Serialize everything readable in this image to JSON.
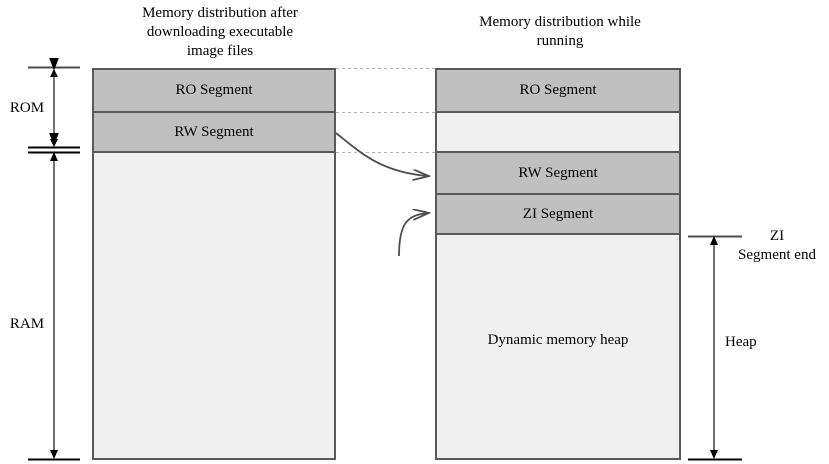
{
  "diagram": {
    "titles": {
      "left": "Memory distribution after\ndownloading executable\nimage files",
      "right": "Memory distribution while\nrunning"
    },
    "left_column": {
      "segments": [
        {
          "label": "RO Segment",
          "fill": "#c0c0c0"
        },
        {
          "label": "RW Segment",
          "fill": "#c0c0c0"
        },
        {
          "label": "",
          "fill": "#f0f0f0"
        }
      ]
    },
    "right_column": {
      "segments": [
        {
          "label": "RO Segment",
          "fill": "#c0c0c0"
        },
        {
          "label": "",
          "fill": "#f0f0f0"
        },
        {
          "label": "RW Segment",
          "fill": "#c0c0c0"
        },
        {
          "label": "ZI Segment",
          "fill": "#c0c0c0"
        },
        {
          "label": "Dynamic memory heap",
          "fill": "#f0f0f0"
        }
      ]
    },
    "left_axis_labels": {
      "rom": "ROM",
      "ram": "RAM"
    },
    "right_axis_labels": {
      "zi_segment_end": "ZI\nSegment end",
      "heap": "Heap"
    },
    "colors": {
      "segment_gray": "#c0c0c0",
      "segment_light": "#f0f0f0",
      "border": "#595959",
      "arrow": "#000000",
      "dotted": "#b3b3b3"
    }
  }
}
